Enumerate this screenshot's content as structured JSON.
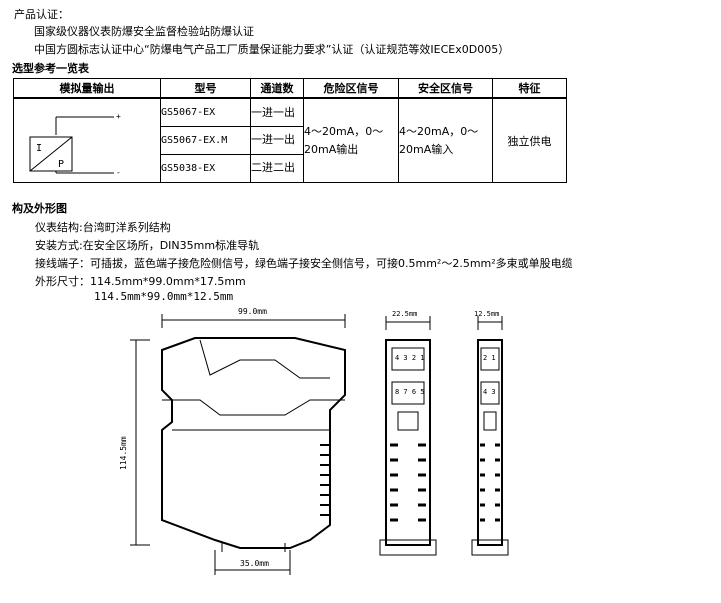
{
  "cert": {
    "heading": "产品认证：",
    "line1": "国家级仪器仪表防爆安全监督检验站防爆认证",
    "line2": "中国方圆标志认证中心“防爆电气产品工厂质量保证能力要求”认证（认证规范等效IECEx0D005）"
  },
  "selection": {
    "heading": "选型参考一览表",
    "columns": [
      "模拟量输出",
      "型号",
      "通道数",
      "危险区信号",
      "安全区信号",
      "特征"
    ],
    "rows": [
      {
        "model": "GS5067-EX",
        "channels": "一进一出"
      },
      {
        "model": "GS5067-EX.M",
        "channels": "一进一出"
      },
      {
        "model": "GS5038-EX",
        "channels": "二进二出"
      }
    ],
    "hazard_signal": "4～20mA，0～20mA输出",
    "safe_signal": "4～20mA，0～20mA输入",
    "feature": "独立供电",
    "diagram_labels": {
      "i": "I",
      "p": "P",
      "plus": "+",
      "minus": "-"
    }
  },
  "structure": {
    "heading": "构及外形图",
    "items": [
      "仪表结构:台湾町洋系列结构",
      "安装方式:在安全区场所，DIN35mm标准导轨",
      "接线端子：可插拔，蓝色端子接危险侧信号，绿色端子接安全侧信号，可接0.5mm²～2.5mm²多束或单股电缆",
      "外形尺寸：114.5mm*99.0mm*17.5mm",
      "114.5mm*99.0mm*12.5mm"
    ]
  },
  "drawing": {
    "width_label": "99.0mm",
    "height_label": "114.5mm",
    "rail_label": "35.0mm",
    "front1_width": "22.5mm",
    "front2_width": "12.5mm",
    "term_top_1": "4 3 2 1",
    "term_bot_1": "8 7 6 5",
    "term_top_2": "2 1",
    "term_bot_2": "4 3"
  }
}
